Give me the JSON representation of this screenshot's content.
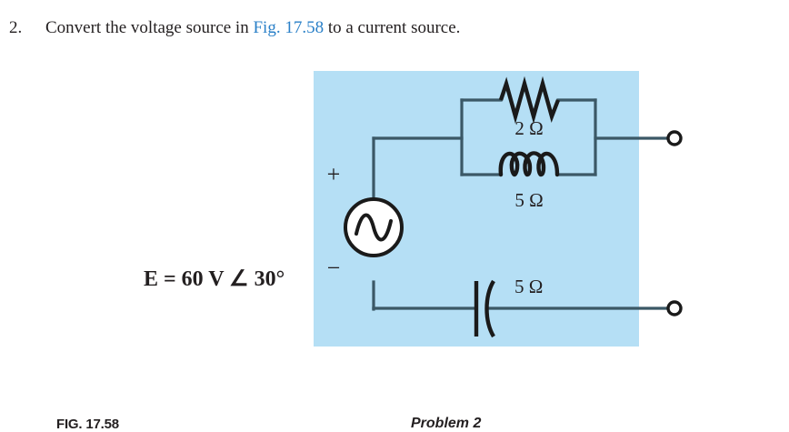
{
  "problem": {
    "number": "2.",
    "text_before": "Convert the voltage source in ",
    "figure_ref": "Fig. 17.58",
    "text_after": " to a current source."
  },
  "figure": {
    "caption_label": "FIG. 17.58",
    "caption_title": "Problem 2",
    "panel_color": "#b5dff5",
    "link_color": "#2a80c8",
    "wire_color": "#3b5866",
    "ink_color": "#231f20"
  },
  "circuit": {
    "source": {
      "label": "E  =  60 V  ∠  30°",
      "symbol": "ac-voltage-source",
      "plus_sign": "+",
      "minus_sign": "−"
    },
    "components": [
      {
        "id": "resistor",
        "symbol": "resistor",
        "value": "2 Ω"
      },
      {
        "id": "inductor",
        "symbol": "inductor",
        "value": "5 Ω"
      },
      {
        "id": "capacitor",
        "symbol": "capacitor",
        "value": "5 Ω"
      }
    ],
    "terminals": [
      {
        "id": "terminal-top",
        "symbol": "open-terminal"
      },
      {
        "id": "terminal-bottom",
        "symbol": "open-terminal"
      }
    ]
  }
}
